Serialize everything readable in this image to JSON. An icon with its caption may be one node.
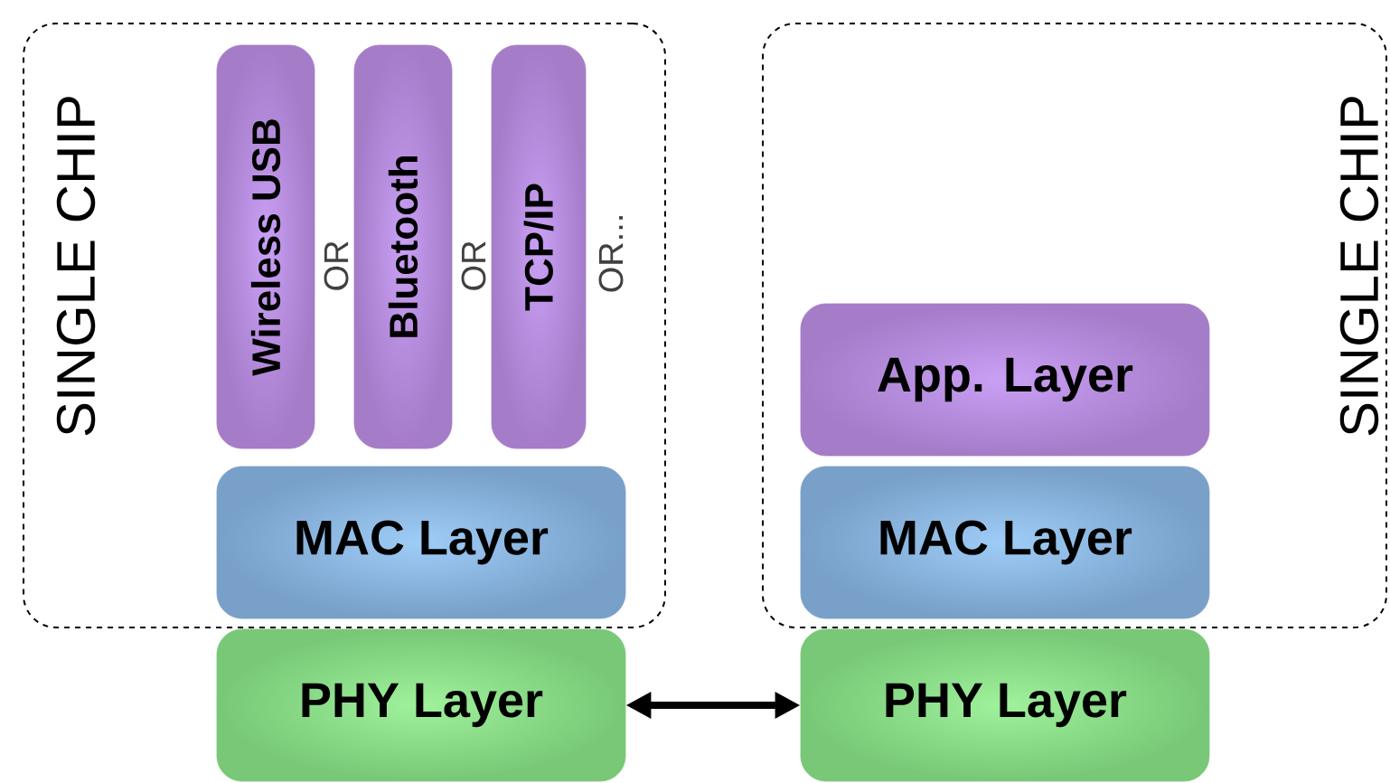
{
  "diagram": {
    "nodes": [
      {
        "text": [
          "SINGLE CHIP"
        ]
      },
      {
        "text": [
          "Wireless USB"
        ],
        "in": 0
      },
      {
        "text": [
          "Bluetooth"
        ],
        "in": 0
      },
      {
        "text": [
          "TCP/IP"
        ],
        "in": 0
      },
      {
        "text": [
          "MAC Layer"
        ],
        "in": 0
      },
      {
        "text": [
          "PHY Layer"
        ]
      },
      {
        "text": [
          "SINGLE CHIP"
        ]
      },
      {
        "text": [
          "App. Layer"
        ],
        "in": 6
      },
      {
        "text": [
          "MAC Layer"
        ],
        "in": 6
      },
      {
        "text": [
          "PHY Layer"
        ]
      }
    ],
    "edges": [
      {
        "from": 5,
        "to": 9,
        "arrow": "both"
      }
    ],
    "labels": [
      "OR",
      "OR",
      "OR..."
    ]
  }
}
